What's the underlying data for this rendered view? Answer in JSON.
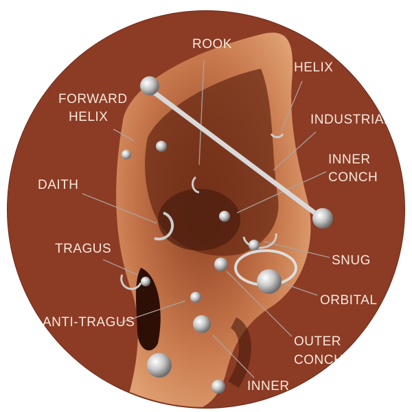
{
  "labels": {
    "rook": "ROOK",
    "helix": "HELIX",
    "forward_helix_1": "FORWARD",
    "forward_helix_2": "HELIX",
    "industrial": "INDUSTRIAL",
    "inner_conch_1": "INNER",
    "inner_conch_2": "CONCH",
    "daith": "DAITH",
    "tragus": "TRAGUS",
    "snug": "SNUG",
    "orbital": "ORBITAL",
    "anti_tragus": "ANTI-TRAGUS",
    "outer_conch_1": "OUTER",
    "outer_conch_2": "CONCH",
    "inner_bottom": "INNER"
  },
  "colors": {
    "background": "#8c3b25",
    "ear": "#c97a4e",
    "ear_shadow": "#5a2414",
    "metal": "#d9d9d9",
    "label": "#f7e9dc"
  }
}
